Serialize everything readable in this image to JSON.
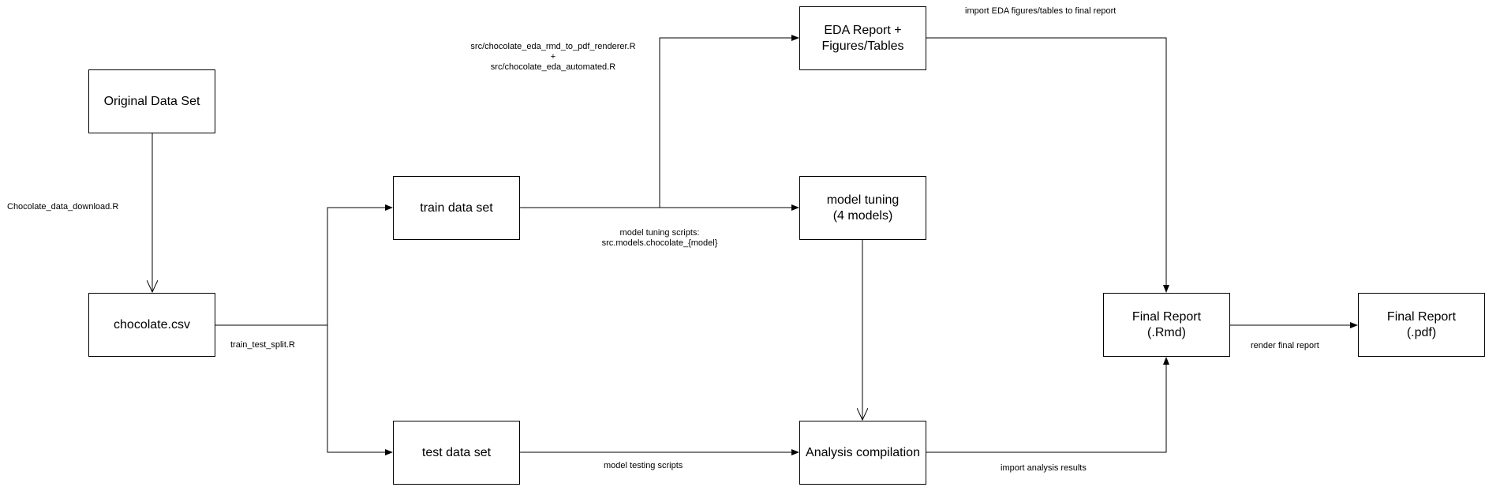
{
  "nodes": {
    "original_data_set": "Original Data Set",
    "chocolate_csv": "chocolate.csv",
    "train_data_set": "train data set",
    "test_data_set": "test data set",
    "eda_report": "EDA Report +\nFigures/Tables",
    "model_tuning": "model tuning\n(4 models)",
    "analysis_compilation": "Analysis compilation",
    "final_report_rmd": "Final Report\n(.Rmd)",
    "final_report_pdf": "Final Report\n(.pdf)"
  },
  "edge_labels": {
    "download": "Chocolate_data_download.R",
    "split": "train_test_split.R",
    "eda_scripts": "src/chocolate_eda_rmd_to_pdf_renderer.R\n+\nsrc/chocolate_eda_automated.R",
    "tuning_scripts": "model tuning scripts:\nsrc.models.chocolate_{model}",
    "testing_scripts": "model testing scripts",
    "import_eda": "import EDA figures/tables to final report",
    "import_analysis": "import analysis results",
    "render": "render final report"
  }
}
